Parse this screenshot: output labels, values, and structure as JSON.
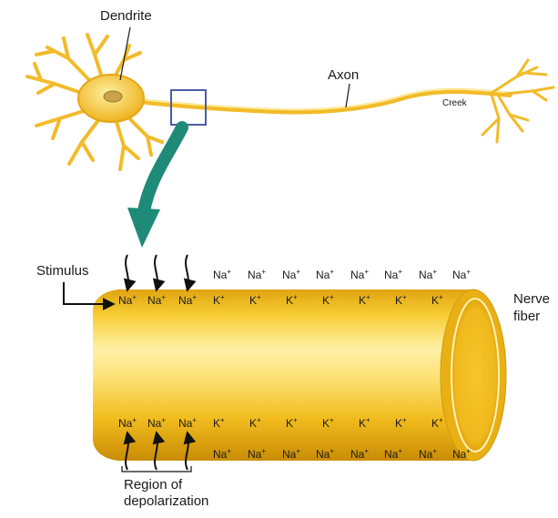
{
  "labels": {
    "dendrite": "Dendrite",
    "axon": "Axon",
    "creek": "Creek",
    "stimulus": "Stimulus",
    "nerve": "Nerve",
    "fiber": "fiber",
    "region_line1": "Region of",
    "region_line2": "depolarization"
  },
  "ions": {
    "na": "Na",
    "k": "K",
    "charge": "+"
  },
  "colors": {
    "fiber_light": "#ffe98a",
    "fiber_mid": "#f5c62b",
    "fiber_dark": "#d79a08",
    "neuron": "#f2bb2a",
    "box": "#4a5ba8",
    "arrow": "#1f8a78"
  }
}
